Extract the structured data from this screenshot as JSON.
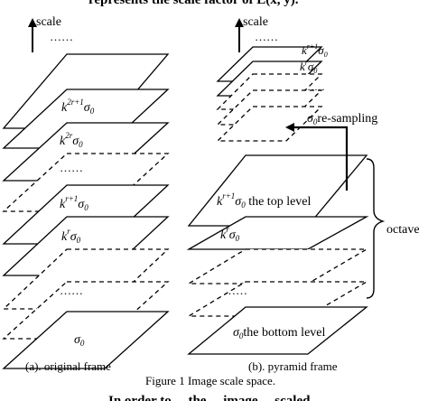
{
  "cropped_top_text": "represents the scale factor of L(x, y).",
  "cropped_bottom_text": "In order to ... the ... image ... scaled ... ",
  "left": {
    "axis_label": "scale",
    "dots_top": "……",
    "dots_middle": "……",
    "dots_bottom": "……",
    "labels": {
      "k2r1": {
        "base": "k",
        "sup": "2r+1",
        "sigma": "σ",
        "sub": "0"
      },
      "k2r": {
        "base": "k",
        "sup": "2r",
        "sigma": "σ",
        "sub": "0"
      },
      "kr1": {
        "base": "k",
        "sup": "r+1",
        "sigma": "σ",
        "sub": "0"
      },
      "kr": {
        "base": "k",
        "sup": "r",
        "sigma": "σ",
        "sub": "0"
      },
      "s0": {
        "sigma": "σ",
        "sub": "0"
      }
    },
    "caption": "(a). original frame"
  },
  "right": {
    "axis_label": "scale",
    "dots_top": "……",
    "dots_mid": "……",
    "dots_bottom": "……",
    "labels": {
      "kr1_top": {
        "base": "k",
        "sup": "r+1",
        "sigma": "σ",
        "sub": "0"
      },
      "kr_top": {
        "base": "k",
        "sup": "r",
        "sigma": "σ",
        "sub": "0"
      },
      "s0_resample": {
        "sigma": "σ",
        "sub": "0",
        "text": "re-sampling"
      },
      "kr1_level": {
        "base": "k",
        "sup": "r+1",
        "sigma": "σ",
        "sub": "0",
        "text": "the top level"
      },
      "kr_level": {
        "base": "k",
        "sup": "r",
        "sigma": "σ",
        "sub": "0"
      },
      "s0_bottom": {
        "sigma": "σ",
        "sub": "0",
        "text": "the bottom level"
      }
    },
    "octave_label": "octave",
    "caption": "(b). pyramid frame"
  },
  "figure_caption": "Figure 1 Image scale space."
}
